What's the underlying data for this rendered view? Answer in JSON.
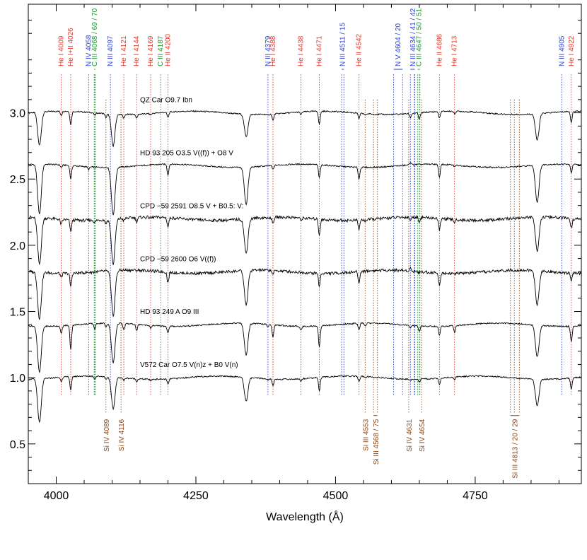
{
  "chart_data": {
    "type": "line",
    "xlabel": "Wavelength (Å)",
    "ylabel": "",
    "xlim": [
      3950,
      4940
    ],
    "ylim": [
      0.2,
      3.82
    ],
    "xticks": [
      4000,
      4250,
      4500,
      4750
    ],
    "xtick_labels": [
      "4000",
      "4250",
      "4500",
      "4750"
    ],
    "yticks": [
      0.5,
      1.0,
      1.5,
      2.0,
      2.5,
      3.0
    ],
    "ytick_labels": [
      "0.5",
      "1.0",
      "1.5",
      "2.0",
      "2.5",
      "3.0"
    ],
    "colors": {
      "he": "#e8392a",
      "n": "#2a3fd6",
      "c": "#1a9a2a",
      "si": "#8b4513",
      "spectrum": "#000000"
    },
    "series": [
      {
        "name": "QZ Car   O9.7 Ibn",
        "offset": 3.0,
        "label_x": 4150
      },
      {
        "name": "HD 93 205   O3.5 V((f)) + O8 V",
        "offset": 2.6,
        "label_x": 4150
      },
      {
        "name": "CPD −59 2591   O8.5 V + B0.5: V:",
        "offset": 2.2,
        "label_x": 4150
      },
      {
        "name": "CPD −59 2600   O6 V((f))",
        "offset": 1.8,
        "label_x": 4150
      },
      {
        "name": "HD 93 249 A   O9 III",
        "offset": 1.4,
        "label_x": 4150
      },
      {
        "name": "V572 Car   O7.5 V(n)z + B0 V(n)",
        "offset": 1.0,
        "label_x": 4150
      }
    ],
    "upper_lines": [
      {
        "label": "He I 4009",
        "group": "he",
        "waves": [
          4009
        ]
      },
      {
        "label": "He I+II 4026",
        "group": "he",
        "waves": [
          4026
        ]
      },
      {
        "label": "N IV 4058",
        "group": "n",
        "waves": [
          4058
        ]
      },
      {
        "label": "C III 4068 / 69 / 70",
        "group": "c",
        "waves": [
          4068,
          4069,
          4070
        ]
      },
      {
        "label": "N III 4097",
        "group": "n",
        "waves": [
          4097
        ]
      },
      {
        "label": "He I 4121",
        "group": "he",
        "waves": [
          4121
        ]
      },
      {
        "label": "He I 4144",
        "group": "he",
        "waves": [
          4144
        ]
      },
      {
        "label": "He I 4169",
        "group": "he",
        "waves": [
          4169
        ]
      },
      {
        "label": "C III 4187",
        "group": "c",
        "waves": [
          4187
        ]
      },
      {
        "label": "He II 4200",
        "group": "he",
        "waves": [
          4200
        ]
      },
      {
        "label": "N III 4379",
        "group": "n",
        "waves": [
          4379
        ]
      },
      {
        "label": "He I 4388",
        "group": "he",
        "waves": [
          4388
        ]
      },
      {
        "label": "He I 4438",
        "group": "he",
        "waves": [
          4438
        ]
      },
      {
        "label": "He I 4471",
        "group": "he",
        "waves": [
          4471
        ]
      },
      {
        "label": "N III 4511 / 15",
        "group": "n",
        "waves": [
          4511,
          4515
        ]
      },
      {
        "label": "He II 4542",
        "group": "he",
        "waves": [
          4542
        ]
      },
      {
        "label": "N V 4604 / 20",
        "group": "n",
        "waves": [
          4604,
          4620
        ]
      },
      {
        "label": "N III 4634 / 41 / 42",
        "group": "n",
        "waves": [
          4634,
          4641,
          4642
        ]
      },
      {
        "label": "C III 4647 / 50 / 51",
        "group": "c",
        "waves": [
          4647,
          4650,
          4651
        ]
      },
      {
        "label": "He II 4686",
        "group": "he",
        "waves": [
          4686
        ]
      },
      {
        "label": "He I 4713",
        "group": "he",
        "waves": [
          4713
        ]
      },
      {
        "label": "N III 4905",
        "group": "n",
        "waves": [
          4905
        ]
      },
      {
        "label": "He I 4922",
        "group": "he",
        "waves": [
          4922
        ]
      }
    ],
    "lower_lines": [
      {
        "label": "Si IV 4089",
        "group": "si",
        "waves": [
          4089
        ]
      },
      {
        "label": "Si IV 4116",
        "group": "si",
        "waves": [
          4116
        ]
      },
      {
        "label": "Si III 4553",
        "group": "si",
        "waves": [
          4553
        ]
      },
      {
        "label": "Si III 4568 / 75",
        "group": "si",
        "waves": [
          4568,
          4575
        ]
      },
      {
        "label": "Si IV 4631",
        "group": "si",
        "waves": [
          4631
        ]
      },
      {
        "label": "Si IV 4654",
        "group": "si",
        "waves": [
          4654
        ]
      },
      {
        "label": "Si III 4813 / 20 / 29",
        "group": "si",
        "waves": [
          4813,
          4820,
          4829
        ]
      }
    ],
    "absorption_depths": [
      {
        "wave": 3970,
        "depths": [
          0.25,
          0.38,
          0.35,
          0.35,
          0.35,
          0.33
        ]
      },
      {
        "wave": 4009,
        "depths": [
          0.03,
          0.02,
          0.04,
          0.03,
          0.06,
          0.03
        ]
      },
      {
        "wave": 4026,
        "depths": [
          0.1,
          0.1,
          0.09,
          0.1,
          0.18,
          0.1
        ]
      },
      {
        "wave": 4058,
        "depths": [
          0.0,
          0.02,
          0.0,
          0.0,
          0.0,
          0.0
        ]
      },
      {
        "wave": 4069,
        "depths": [
          0.02,
          0.0,
          0.02,
          0.0,
          0.04,
          0.02
        ]
      },
      {
        "wave": 4089,
        "depths": [
          0.03,
          0.0,
          0.03,
          0.0,
          0.03,
          0.02
        ]
      },
      {
        "wave": 4102,
        "depths": [
          0.24,
          0.36,
          0.34,
          0.34,
          0.3,
          0.24
        ]
      },
      {
        "wave": 4121,
        "depths": [
          0.03,
          0.0,
          0.02,
          0.0,
          0.05,
          0.02
        ]
      },
      {
        "wave": 4144,
        "depths": [
          0.03,
          0.0,
          0.03,
          0.0,
          0.05,
          0.02
        ]
      },
      {
        "wave": 4169,
        "depths": [
          0.01,
          0.0,
          0.01,
          0.0,
          0.02,
          0.01
        ]
      },
      {
        "wave": 4200,
        "depths": [
          0.04,
          0.08,
          0.07,
          0.08,
          0.05,
          0.04
        ]
      },
      {
        "wave": 4340,
        "depths": [
          0.17,
          0.28,
          0.26,
          0.26,
          0.24,
          0.18
        ]
      },
      {
        "wave": 4379,
        "depths": [
          0.01,
          0.0,
          0.01,
          0.0,
          0.02,
          0.01
        ]
      },
      {
        "wave": 4388,
        "depths": [
          0.05,
          0.03,
          0.05,
          0.03,
          0.09,
          0.05
        ]
      },
      {
        "wave": 4438,
        "depths": [
          0.02,
          0.0,
          0.02,
          0.0,
          0.03,
          0.02
        ]
      },
      {
        "wave": 4471,
        "depths": [
          0.1,
          0.1,
          0.12,
          0.1,
          0.16,
          0.1
        ]
      },
      {
        "wave": 4542,
        "depths": [
          0.04,
          0.09,
          0.07,
          0.09,
          0.05,
          0.04
        ]
      },
      {
        "wave": 4553,
        "depths": [
          0.01,
          0.0,
          0.01,
          0.0,
          0.02,
          0.01
        ]
      },
      {
        "wave": 4634,
        "depths": [
          0.03,
          -0.02,
          0.02,
          -0.02,
          0.02,
          0.01
        ]
      },
      {
        "wave": 4650,
        "depths": [
          0.05,
          0.0,
          0.03,
          0.01,
          0.04,
          0.02
        ]
      },
      {
        "wave": 4686,
        "depths": [
          0.05,
          0.1,
          0.09,
          0.1,
          0.07,
          0.05
        ]
      },
      {
        "wave": 4713,
        "depths": [
          0.02,
          0.01,
          0.02,
          0.01,
          0.05,
          0.02
        ]
      },
      {
        "wave": 4861,
        "depths": [
          0.2,
          0.28,
          0.25,
          0.26,
          0.24,
          0.2
        ]
      },
      {
        "wave": 4922,
        "depths": [
          0.08,
          0.06,
          0.07,
          0.06,
          0.12,
          0.08
        ]
      }
    ]
  }
}
